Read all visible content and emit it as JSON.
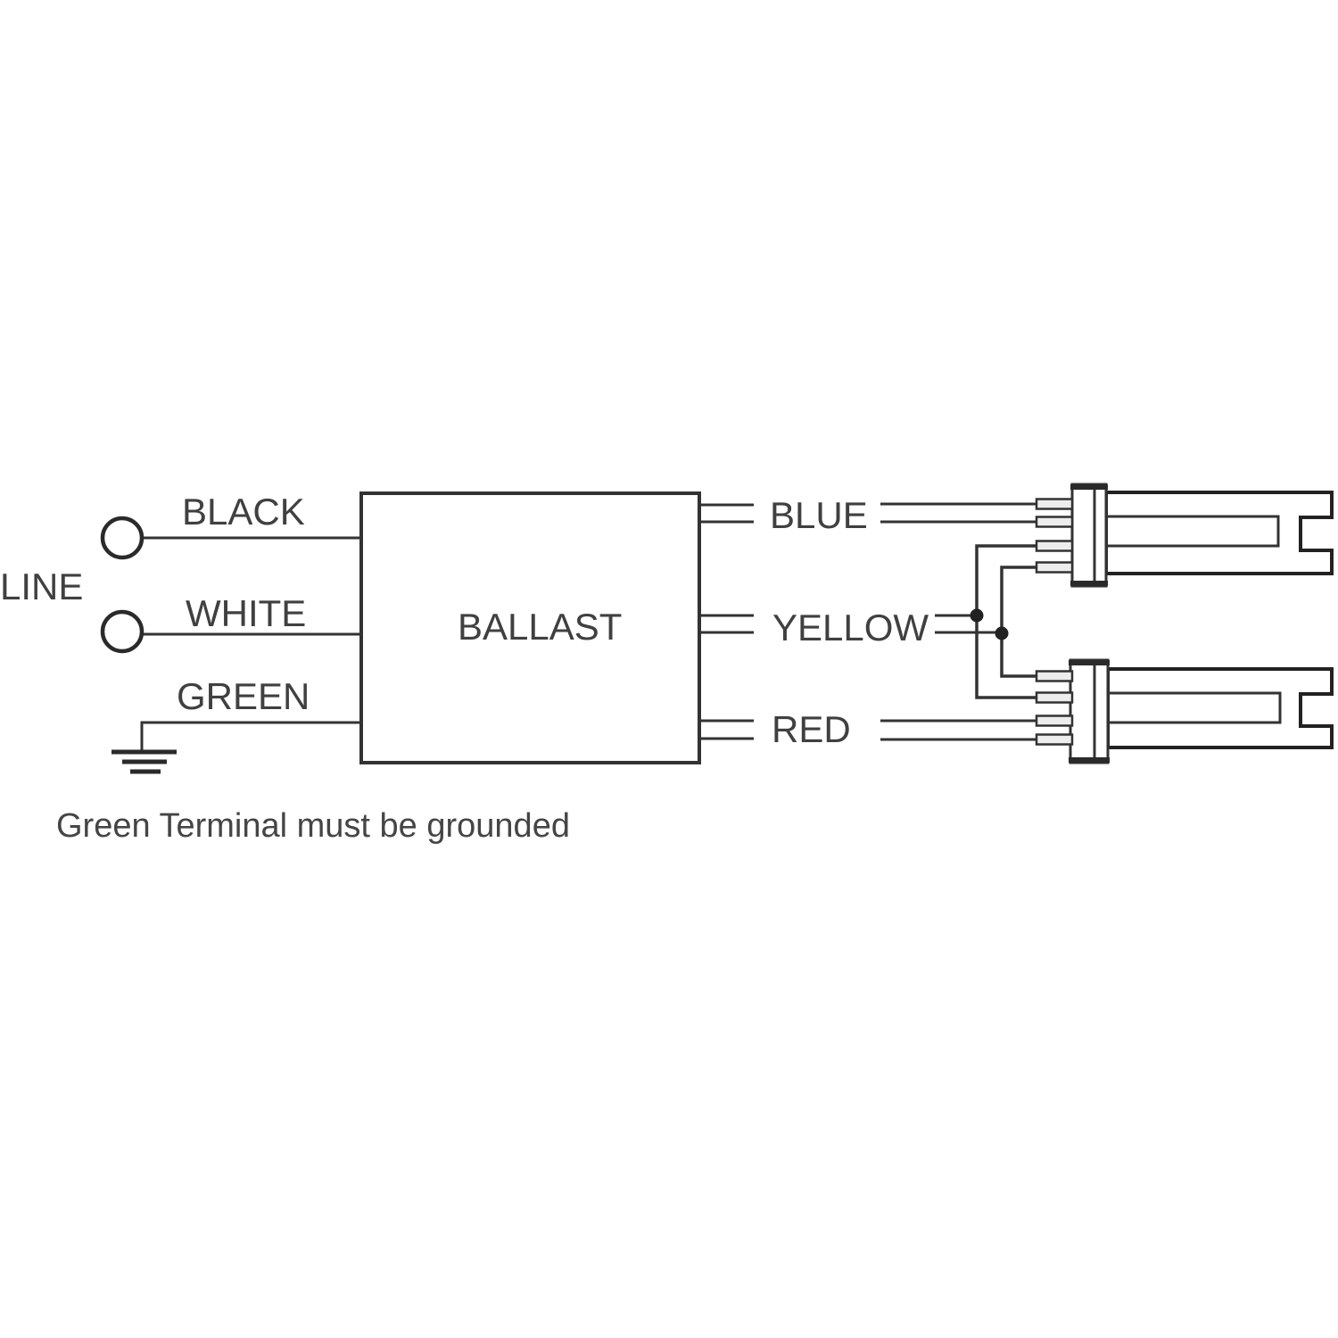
{
  "diagram": {
    "line_terminal_label": "LINE",
    "ballast_label": "BALLAST",
    "note": "Green Terminal must be grounded",
    "input_wires": [
      {
        "color": "black",
        "label": "BLACK"
      },
      {
        "color": "white",
        "label": "WHITE"
      },
      {
        "color": "green",
        "label": "GREEN"
      }
    ],
    "output_wires": [
      {
        "color": "blue",
        "label": "BLUE"
      },
      {
        "color": "yellow",
        "label": "YELLOW"
      },
      {
        "color": "red",
        "label": "RED"
      }
    ],
    "colors": {
      "ink": "#333333",
      "lamp_outline": "#222222",
      "text": "#404040",
      "background": "#ffffff"
    }
  }
}
